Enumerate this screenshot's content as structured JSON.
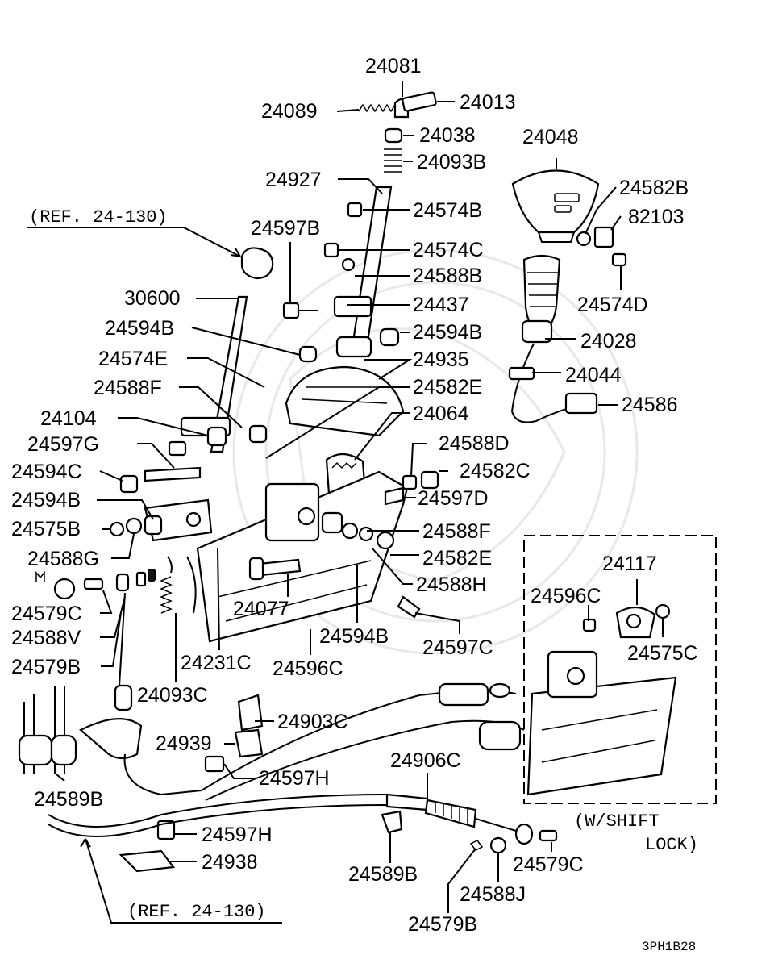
{
  "diagram": {
    "refs": [
      "(REF. 24-130)",
      "(REF. 24-130)"
    ],
    "variant_note": [
      "(W/SHIFT",
      "LOCK)"
    ],
    "drawing_code": "3PH1B28",
    "labels": {
      "p24081": "24081",
      "p24013": "24013",
      "p24089": "24089",
      "p24038": "24038",
      "p24093B": "24093B",
      "p24048": "24048",
      "p24927": "24927",
      "p24574B": "24574B",
      "p24582B": "24582B",
      "p82103": "82103",
      "p24597B_top": "24597B",
      "p24574C": "24574C",
      "p24588B": "24588B",
      "p30600": "30600",
      "p24437": "24437",
      "p24574D": "24574D",
      "p24594B_l": "24594B",
      "p24594B_r": "24594B",
      "p24028": "24028",
      "p24574E": "24574E",
      "p24935": "24935",
      "p24044": "24044",
      "p24588F_l": "24588F",
      "p24582E_r": "24582E",
      "p24586": "24586",
      "p24104": "24104",
      "p24064": "24064",
      "p24597G": "24597G",
      "p24588D": "24588D",
      "p24594C": "24594C",
      "p24582C": "24582C",
      "p24594B_m": "24594B",
      "p24597D": "24597D",
      "p24575B": "24575B",
      "p24588F_r": "24588F",
      "p24588G": "24588G",
      "p24582E_b": "24582E",
      "p24117": "24117",
      "p24588H": "24588H",
      "p24596C_r": "24596C",
      "p24077": "24077",
      "p24579C_l": "24579C",
      "p24594B_b": "24594B",
      "p24575C": "24575C",
      "p24597C": "24597C",
      "p24588V": "24588V",
      "p24579B_l": "24579B",
      "p24231C": "24231C",
      "p24596C_b": "24596C",
      "p24093C": "24093C",
      "p24903C": "24903C",
      "p24939": "24939",
      "p24597H_u": "24597H",
      "p24906C": "24906C",
      "p24589B_l": "24589B",
      "p24597H_d": "24597H",
      "p24938": "24938",
      "p24589B_b": "24589B",
      "p24579C_b": "24579C",
      "p24588J": "24588J",
      "p24579B_b": "24579B"
    }
  }
}
